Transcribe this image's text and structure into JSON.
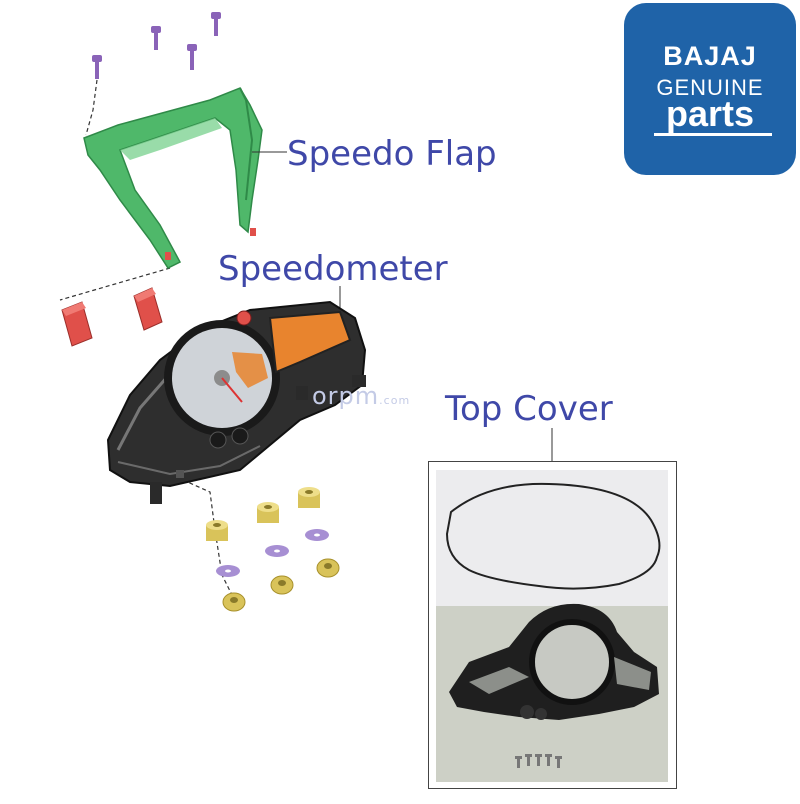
{
  "labels": {
    "speedo_flap": "Speedo Flap",
    "speedometer": "Speedometer",
    "top_cover": "Top Cover"
  },
  "logo": {
    "brand": "BAJAJ",
    "line1": "GENUINE",
    "line2": "parts"
  },
  "watermark": {
    "main": "orpm",
    "suffix": ".com"
  },
  "colors": {
    "label_text": "#3f48a8",
    "logo_bg": "#1f63a8",
    "flap": "#4fb86a",
    "bolt": "#8a63b8",
    "clip": "#e0504a",
    "bush": "#d9c35a",
    "washer": "#a78fd3",
    "dial_orange": "#e8842e"
  }
}
